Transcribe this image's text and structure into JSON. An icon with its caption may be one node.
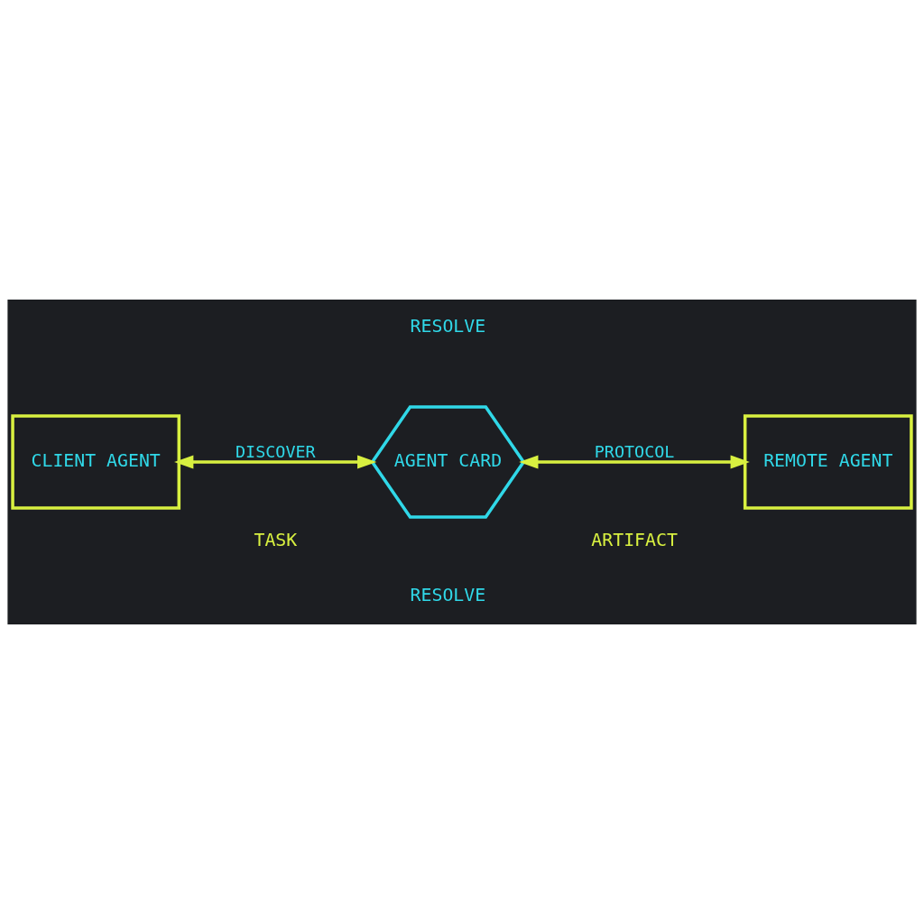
{
  "diagram": {
    "nodes": [
      {
        "text": [
          "CLIENT AGENT"
        ]
      },
      {
        "text": [
          "AGENT CARD"
        ]
      },
      {
        "text": [
          "REMOTE AGENT"
        ]
      }
    ],
    "edges": [
      {
        "from": 0,
        "to": 1,
        "arrow": "both",
        "label": "DISCOVER"
      },
      {
        "from": 1,
        "to": 2,
        "arrow": "both",
        "label": "PROTOCOL"
      }
    ],
    "labels": [
      "RESOLVE",
      "TASK",
      "ARTIFACT",
      "RESOLVE"
    ]
  }
}
